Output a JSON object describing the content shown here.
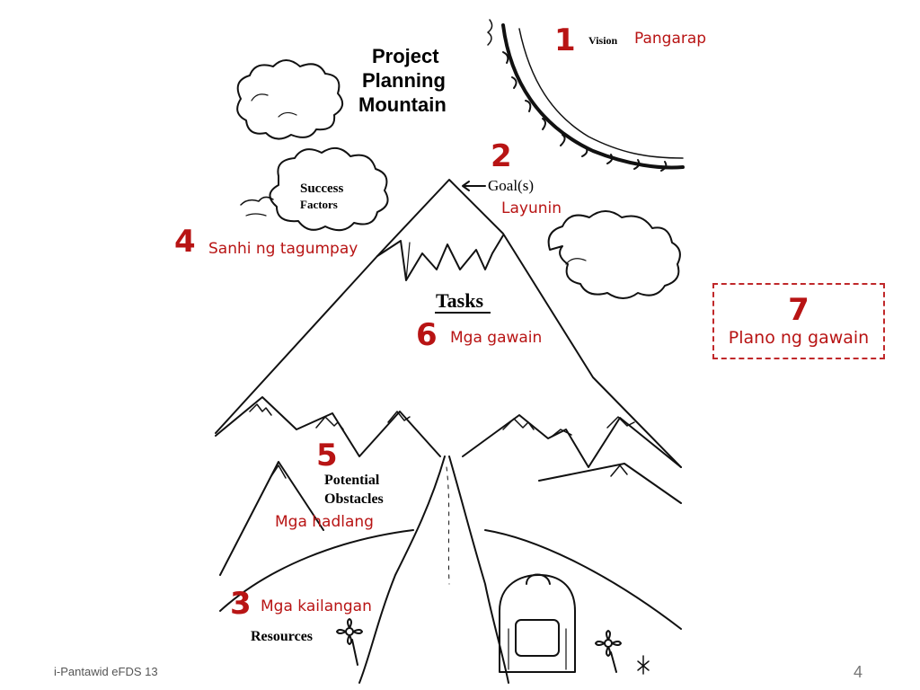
{
  "title": {
    "line1": "Project",
    "line2": "Planning",
    "line3": "Mountain"
  },
  "labels": {
    "vision": "Vision",
    "goals": "Goal(s)",
    "success_line1": "Success",
    "success_line2": "Factors",
    "tasks": "Tasks",
    "obstacles_line1": "Potential",
    "obstacles_line2": "Obstacles",
    "resources": "Resources"
  },
  "annotations": [
    {
      "number": "1",
      "text": "Pangarap"
    },
    {
      "number": "2",
      "text": "Layunin"
    },
    {
      "number": "3",
      "text": "Mga kailangan"
    },
    {
      "number": "4",
      "text": "Sanhi ng tagumpay"
    },
    {
      "number": "5",
      "text": "Mga hadlang"
    },
    {
      "number": "6",
      "text": "Mga gawain"
    }
  ],
  "plan_box": {
    "number": "7",
    "text": "Plano ng gawain"
  },
  "footer": {
    "left": "i-Pantawid eFDS 13",
    "page_number": "4"
  },
  "colors": {
    "annotation": "#b81414",
    "box_border": "#c0282a",
    "ink": "#111111"
  }
}
